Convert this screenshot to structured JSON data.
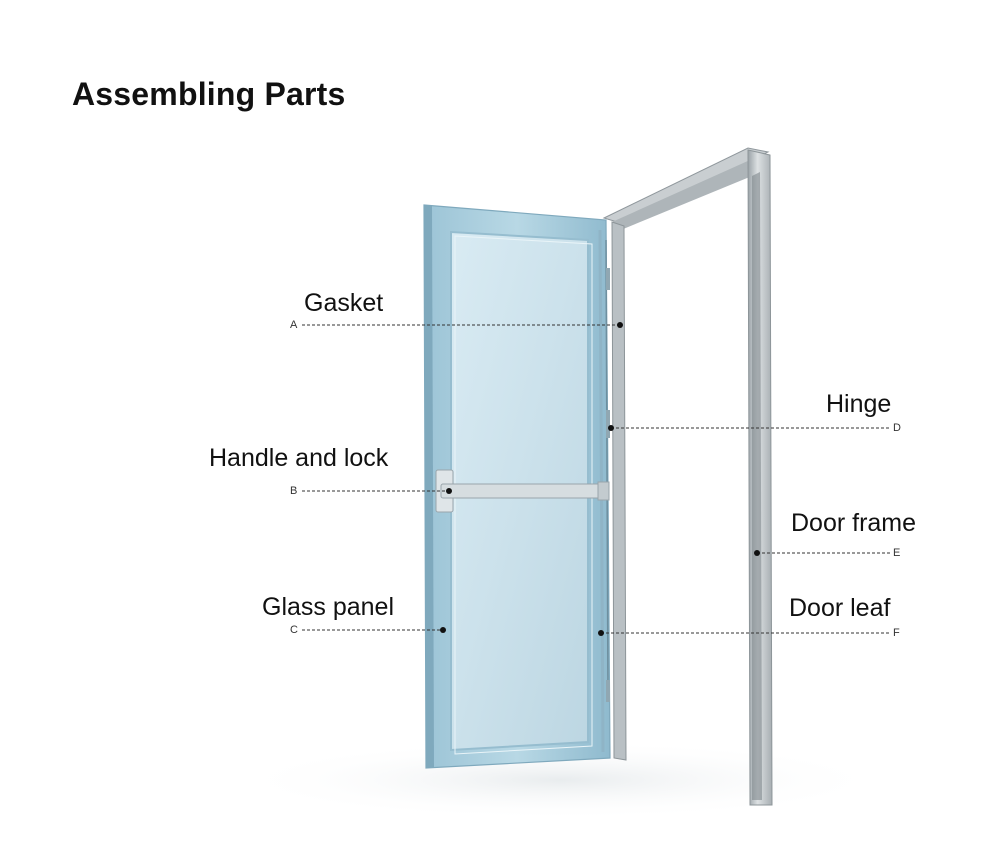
{
  "title": "Assembling Parts",
  "callouts": [
    {
      "letter": "A",
      "label": "Gasket"
    },
    {
      "letter": "B",
      "label": "Handle and lock"
    },
    {
      "letter": "C",
      "label": "Glass panel"
    },
    {
      "letter": "D",
      "label": "Hinge"
    },
    {
      "letter": "E",
      "label": "Door frame"
    },
    {
      "letter": "F",
      "label": "Door leaf"
    }
  ],
  "colors": {
    "glass": "#cfe3ec",
    "leaf_frame": "#a9cfdf",
    "door_frame": "#c4c9cc",
    "leader": "#333333"
  }
}
